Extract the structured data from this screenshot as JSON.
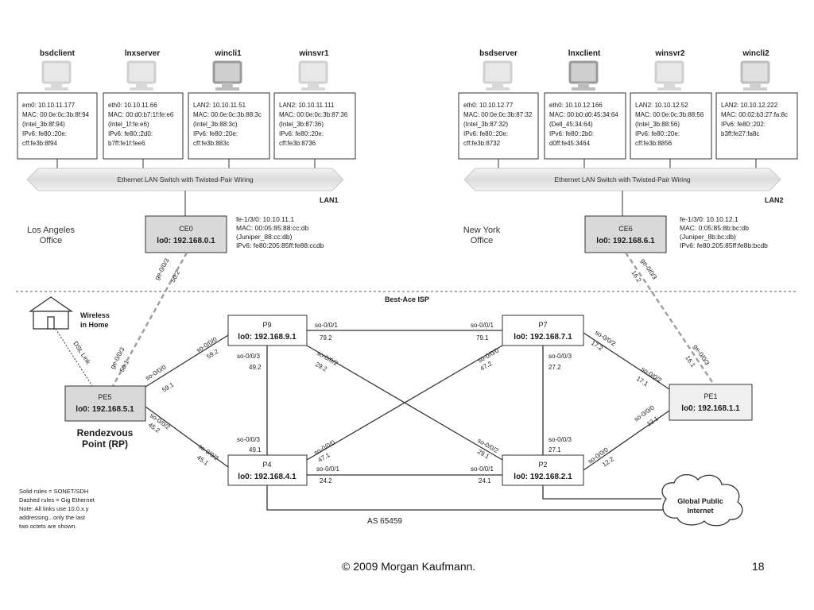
{
  "hosts": [
    {
      "name": "bsdclient",
      "info": [
        "em0: 10.10.11.177",
        "MAC: 00:0e:0c:3b:8f:94",
        "(Intel_3b:8f:94)",
        "IPv6: fe80::20e:",
        "cff:fe3b:8f94"
      ]
    },
    {
      "name": "lnxserver",
      "info": [
        "eth0: 10.10.11.66",
        "MAC: 00:d0:b7:1f:fe:e6",
        "(Intel_1f:fe:e6)",
        "IPv6: fe80::2d0:",
        "b7ff:fe1f:fee6"
      ]
    },
    {
      "name": "wincli1",
      "info": [
        "LAN2: 10.10.11.51",
        "MAC: 00:0e:0c:3b:88:3c",
        "(Intel_3b:88:3c)",
        "IPv6: fe80::20e:",
        "cff:fe3b:883c"
      ]
    },
    {
      "name": "winsvr1",
      "info": [
        "LAN2: 10.10.11.111",
        "MAC: 00:0e:0c:3b:87:36",
        "(Intel_3b:87:36)",
        "IPv6: fe80::20e:",
        "cff:fe3b:8736"
      ]
    },
    {
      "name": "bsdserver",
      "info": [
        "eth0: 10.10.12.77",
        "MAC: 00:0e:0c:3b:87:32",
        "(Intel_3b:87:32)",
        "IPv6: fe80::20e:",
        "cff:fe3b:8732"
      ]
    },
    {
      "name": "lnxclient",
      "info": [
        "eth0: 10.10.12.166",
        "MAC: 00:b0:d0:45:34:64",
        "(Dell_45:34:64)",
        "IPv6: fe80::2b0:",
        "d0ff:fe45:3464"
      ]
    },
    {
      "name": "winsvr2",
      "info": [
        "LAN2: 10.10.12.52",
        "MAC: 00:0e:0c:3b:88:56",
        "(Intel_3b:88:56)",
        "IPv6: fe80::20e:",
        "cff:fe3b:8856"
      ]
    },
    {
      "name": "wincli2",
      "info": [
        "LAN2: 10.10.12.222",
        "MAC: 00:02:b3:27:fa:8c",
        "IPv6: fe80::202:",
        "b3ff:fe27:fa8c"
      ]
    }
  ],
  "switch_label": "Ethernet LAN Switch with Twisted-Pair Wiring",
  "lan1": "LAN1",
  "lan2": "LAN2",
  "la_office": [
    "Los Angeles",
    "Office"
  ],
  "ny_office": [
    "New York",
    "Office"
  ],
  "ce0": {
    "name": "CE0",
    "lo": "lo0: 192.168.0.1",
    "info": [
      "fe-1/3/0: 10.10.11.1",
      "MAC: 00:05:85:88:cc:db",
      "(Juniper_88:cc:db)",
      "IPv6: fe80:205:85ff:fe88:ccdb"
    ]
  },
  "ce6": {
    "name": "CE6",
    "lo": "lo0: 192.168.6.1",
    "info": [
      "fe-1/3/0: 10.10.12.1",
      "MAC: 0:05:85:8b:bc:db",
      "(Juniper_8b:bc:db)",
      "IPv6: fe80:205:85ff:fe8b:bcdb"
    ]
  },
  "isp": "Best-Ace ISP",
  "routers": {
    "p9": {
      "name": "P9",
      "lo": "lo0: 192.168.9.1"
    },
    "p7": {
      "name": "P7",
      "lo": "lo0: 192.168.7.1"
    },
    "p4": {
      "name": "P4",
      "lo": "lo0: 192.168.4.1"
    },
    "p2": {
      "name": "P2",
      "lo": "lo0: 192.168.2.1"
    },
    "pe5": {
      "name": "PE5",
      "lo": "lo0: 192.168.5.1"
    },
    "pe1": {
      "name": "PE1",
      "lo": "lo0: 192.168.1.1"
    }
  },
  "home": {
    "label": [
      "Wireless",
      "in Home"
    ],
    "dsl": "DSL Link"
  },
  "rp": [
    "Rendezvous",
    "Point (RP)"
  ],
  "cloud": [
    "Global Public",
    "Internet"
  ],
  "as": "AS 65459",
  "labels": {
    "ce0_if": "ge-0/0/3",
    "ce0_addr": "50.2",
    "ce6_if": "ge-0/0/3",
    "ce6_addr": "16.2",
    "pe5_ge": "ge-0/0/3",
    "pe5_ge_addr": "50.1",
    "pe1_ge": "ge-0/0/3",
    "pe1_ge_addr": "16.1",
    "pe5_so0": "so-0/0/0",
    "pe5_so0_addr": "59.1",
    "pe5_so2": "so-0/0/2",
    "pe5_so2_addr": "45.2",
    "p9_so0": "so-0/0/0",
    "p9_so0_addr": "59.2",
    "p9_so1": "so-0/0/1",
    "p9_so1_addr": "79.2",
    "p9_so3": "so-0/0/3",
    "p9_so3_addr": "49.2",
    "p9_so2": "so-0/0/2",
    "p9_so2_addr": "29.2",
    "p7_so1": "so-0/0/1",
    "p7_so1_addr": "79.1",
    "p7_so0": "so-0/0/0",
    "p7_so0_addr": "47.2",
    "p7_so3": "so-0/0/3",
    "p7_so3_addr": "27.2",
    "p7_so2": "so-0/0/2",
    "p7_so2_addr": "17.2",
    "p4_so3": "so-0/0/3",
    "p4_so3_addr": "49.1",
    "p4_so0": "so-0/0/0",
    "p4_so0_addr": "47.1",
    "p4_so1": "so-0/0/1",
    "p4_so1_addr": "24.2",
    "p4_so2": "so-0/0/2",
    "p4_so2_addr": "45.1",
    "p2_so2": "so-0/0/2",
    "p2_so2_addr": "29.1",
    "p2_so3": "so-0/0/3",
    "p2_so3_addr": "27.1",
    "p2_so1": "so-0/0/1",
    "p2_so1_addr": "24.1",
    "p2_so0": "so-0/0/0",
    "p2_so0_addr": "12.2",
    "pe1_so2": "so-0/0/2",
    "pe1_so2_addr": "17.1",
    "pe1_so0": "so-0/0/0",
    "pe1_so0_addr": "12.1"
  },
  "legend": [
    "Solid rules = SONET/SDH",
    "Dashed rules = Gig Ethernet",
    "Note: All links use 10.0.x.y",
    "addressing...only the last",
    "two octets are shown."
  ],
  "footer": {
    "copyright": "© 2009 Morgan Kaufmann.",
    "page": "18"
  },
  "colors": {
    "box_fill": "#d9d9d9",
    "line": "#333333",
    "dashed": "#a0a0a0",
    "monitor": "#b8b8b8",
    "monitor_dark": "#8a8a8a"
  }
}
